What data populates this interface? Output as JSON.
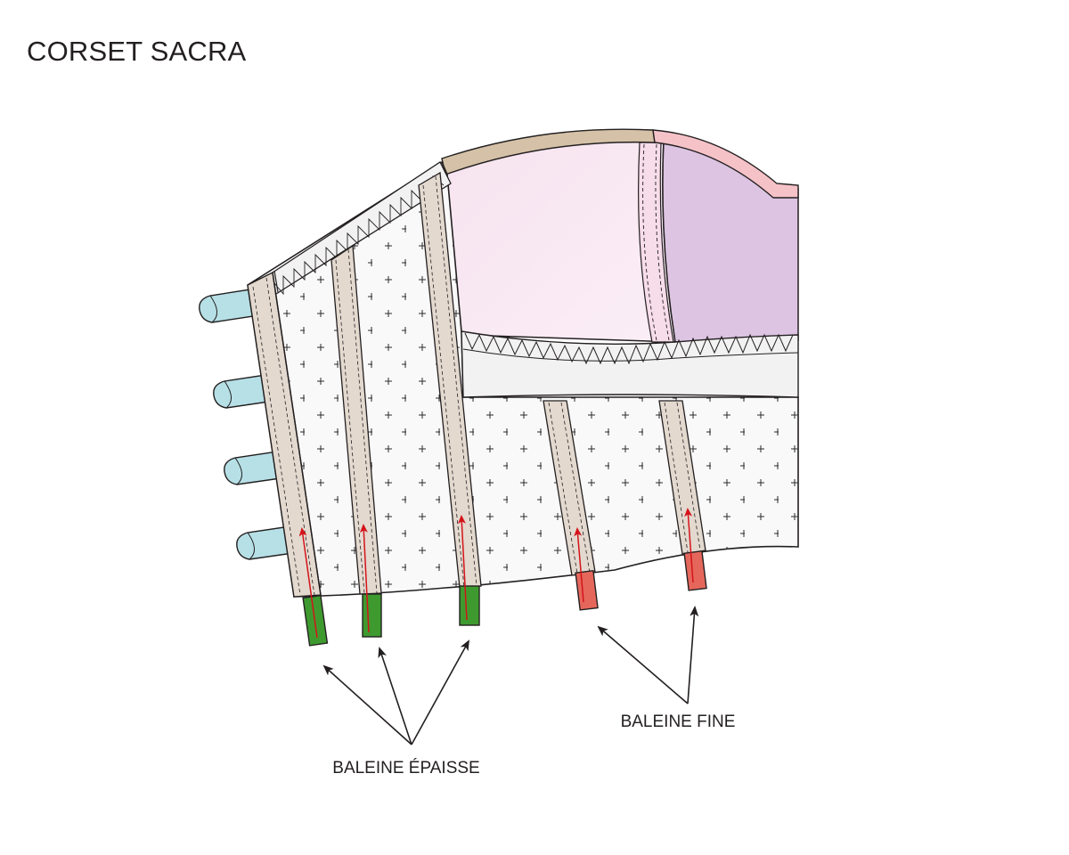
{
  "title": "CORSET SACRA",
  "labels": {
    "thick_boning": "BALEINE ÉPAISSE",
    "thin_boning": "BALEINE FINE"
  },
  "colors": {
    "thick_bone": "#3e9a2f",
    "thin_bone": "#e5675c",
    "casing": "#e3d9cf",
    "top_binding_left": "#d4c1a7",
    "top_binding_right": "#f5c2c8",
    "cup_pink": "#f7e4f1",
    "cup_lilac": "#dcc4e2",
    "lace_band": "#f2f2f2",
    "loops": "#b6e0e6",
    "insertion_arrow": "#d4141a",
    "ink": "#231f20"
  }
}
